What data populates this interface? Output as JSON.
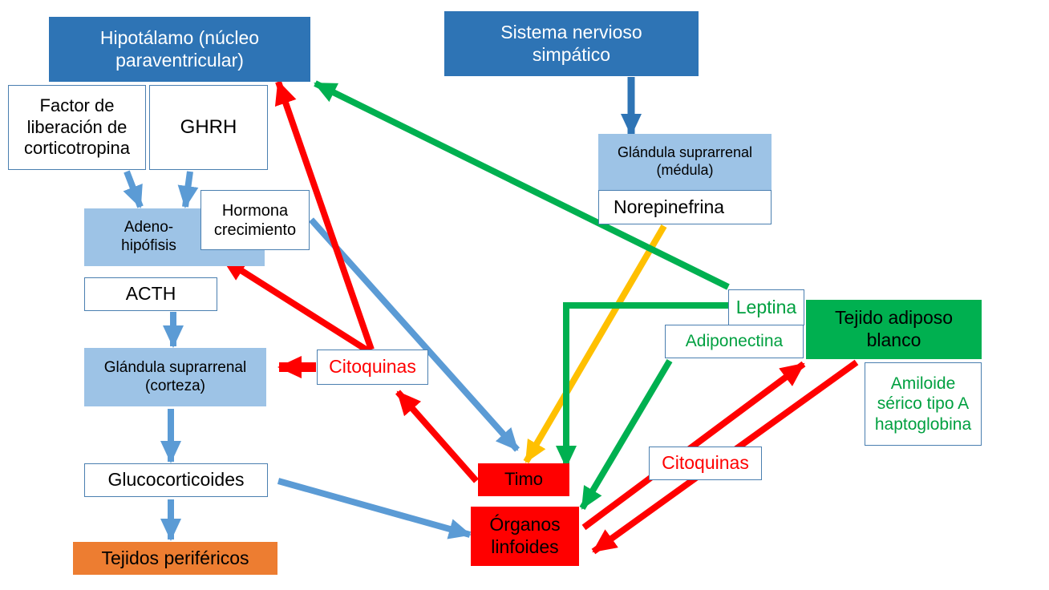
{
  "diagram": {
    "boxes": {
      "hipotalamo": "Hipotálamo (núcleo paraventricular)",
      "sistema_nervioso": "Sistema nervioso simpático",
      "factor_liberacion": "Factor de liberación de corticotropina",
      "ghrh": "GHRH",
      "glandula_medula": "Glándula suprarrenal (médula)",
      "norepinefrina": "Norepinefrina",
      "adenohipofisis": "Adeno-hipófisis",
      "hormona_crecimiento": "Hormona crecimiento",
      "acth": "ACTH",
      "glandula_corteza": "Glándula suprarrenal (corteza)",
      "citoquinas_left": "Citoquinas",
      "leptina": "Leptina",
      "tejido_adiposo": "Tejido adiposo blanco",
      "adiponectina": "Adiponectina",
      "amiloide": "Amiloide sérico tipo A haptoglobina",
      "glucocorticoides": "Glucocorticoides",
      "timo": "Timo",
      "citoquinas_right": "Citoquinas",
      "organos_linfoides": "Órganos linfoides",
      "tejidos_perifericos": "Tejidos periféricos"
    },
    "colors": {
      "dark_blue": "#2e74b5",
      "light_blue": "#9dc3e6",
      "arrow_blue": "#5b9bd5",
      "red": "#ff0000",
      "green": "#00b050",
      "yellow": "#ffc000",
      "orange": "#ed7d31"
    }
  }
}
